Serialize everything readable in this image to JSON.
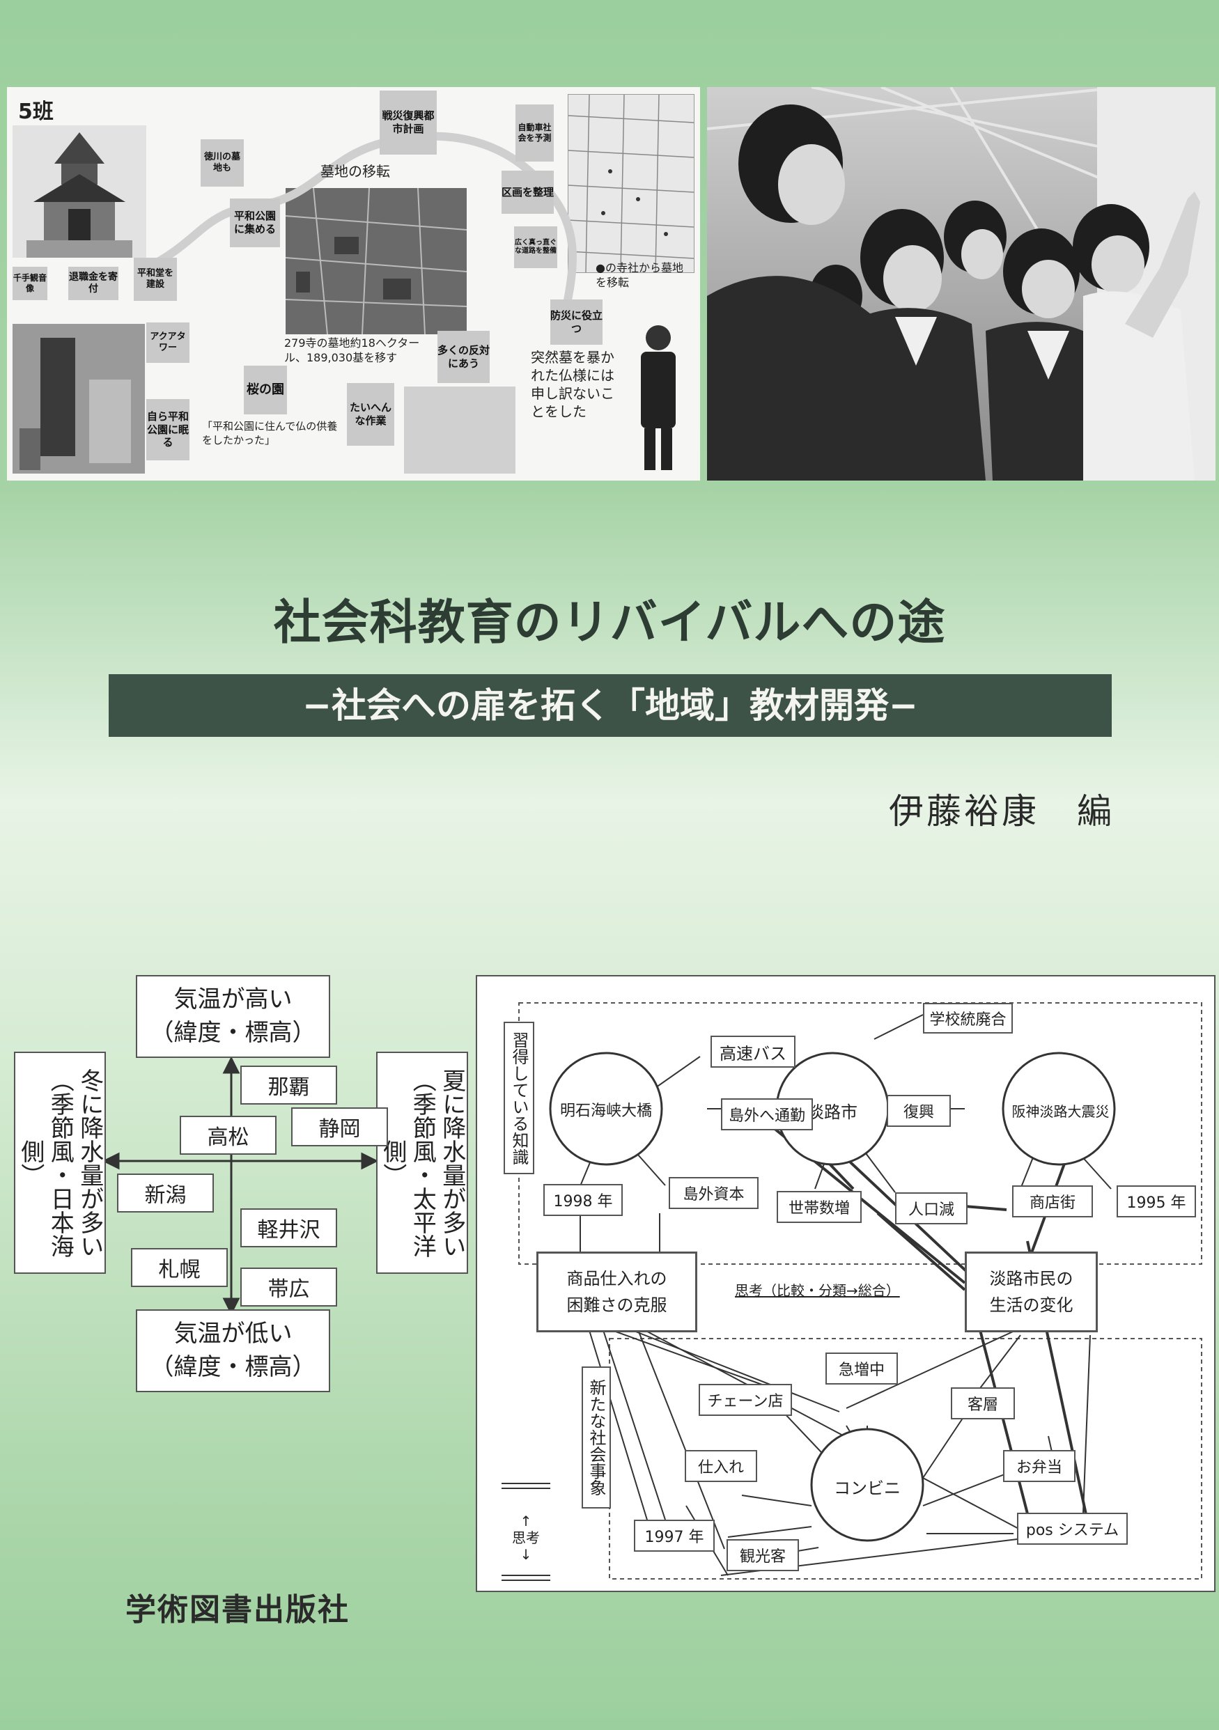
{
  "top_left_photo": {
    "group_label": "5班",
    "boxes": {
      "sensai": "戦災復興都市計画",
      "jidosha": "自動車社会を予測",
      "tokugawa": "徳川の墓地も",
      "heiwa_koen": "平和公園に集める",
      "kukaku": "区画を整理",
      "hiroku": "広く真っ直ぐな道路を整備",
      "senju": "千手観音像",
      "taishoku": "退職金を寄付",
      "heiwado": "平和堂を建設",
      "akua": "アクアタワー",
      "jira": "自ら平和公園に眠る",
      "sakura": "桜の園",
      "taihen": "たいへんな作業",
      "ooku": "多くの反対にあう",
      "bosai": "防災に役立つ"
    },
    "title_text": "墓地の移転",
    "caption_count": "279寺の墓地約18ヘクタール、189,030基を移す",
    "caption_temples": "●の寺社から墓地を移転",
    "caption_quote": "「平和公園に住んで仏の供養をしたかった」",
    "caption_apology": "突然墓を暴かれた仏様には申し訳ないことをした"
  },
  "title": "社会科教育のリバイバルへの途",
  "subtitle": "−社会への扉を拓く「地域」教材開発−",
  "editor": "伊藤裕康　編",
  "publisher": "学術図書出版社",
  "climate_diagram": {
    "top": "気温が高い\n（緯度・標高）",
    "bottom": "気温が低い\n（緯度・標高）",
    "left": "冬に降水量が多い（季節風・日本海側）",
    "right": "夏に降水量が多い（季節風・太平洋側）",
    "cities": [
      "那覇",
      "静岡",
      "高松",
      "新潟",
      "軽井沢",
      "札幌",
      "帯広"
    ]
  },
  "concept_map": {
    "side_top": "習得している知識",
    "side_bottom": "新たな社会事象",
    "thinking": "思考",
    "circles": [
      "明石海峡大橋",
      "淡路市",
      "阪神淡路大震災",
      "コンビニ"
    ],
    "nodes": {
      "kosoku": "高速バス",
      "gakko": "学校統廃合",
      "tosyugai": "島外へ通勤",
      "fukko": "復興",
      "y1998": "1998 年",
      "tosyushihon": "島外資本",
      "setai": "世帯数増",
      "jinko": "人口減",
      "shotengai": "商店街",
      "y1995": "1995 年",
      "shohin": "商品仕入れの\n困難さの克服",
      "shiko": "思考（比較・分類→総合）",
      "awaji": "淡路市民の\n生活の変化",
      "kyuzo": "急増中",
      "chain": "チェーン店",
      "kyakuso": "客層",
      "shiire": "仕入れ",
      "obento": "お弁当",
      "y1997": "1997 年",
      "pos": "pos システム",
      "kanko": "観光客"
    }
  }
}
